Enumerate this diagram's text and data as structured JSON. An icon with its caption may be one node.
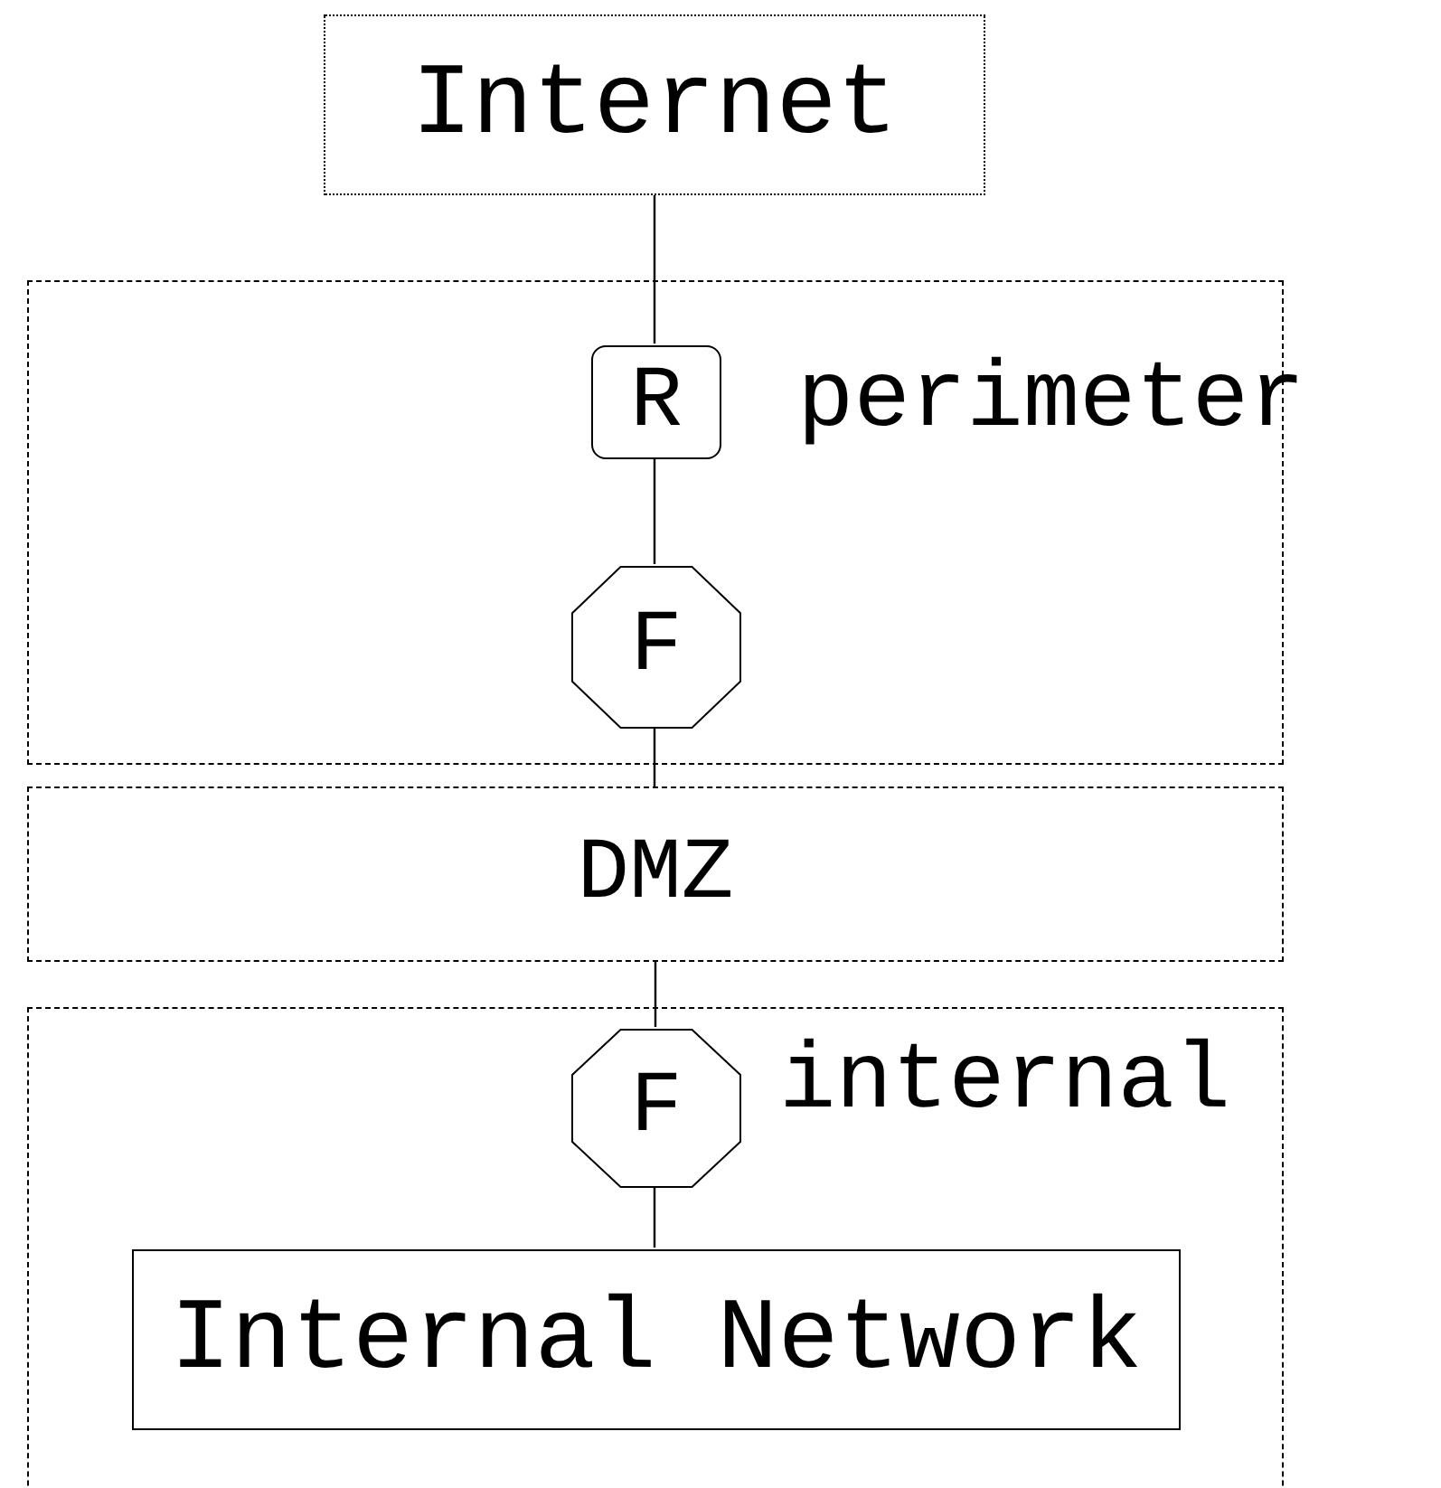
{
  "diagram": {
    "nodes": [
      {
        "text": [
          "Internet"
        ]
      },
      {
        "text": [
          "perimeter"
        ]
      },
      {
        "text": [
          "R"
        ],
        "in": 1
      },
      {
        "text": [
          "F"
        ],
        "in": 1
      },
      {
        "text": [
          "DMZ"
        ]
      },
      {
        "text": [
          "internal"
        ]
      },
      {
        "text": [
          "F"
        ],
        "in": 5
      },
      {
        "text": [
          "Internal Network"
        ],
        "in": 5
      }
    ],
    "edges": [
      {
        "from": 0,
        "to": 2,
        "arrow": "none"
      },
      {
        "from": 2,
        "to": 3,
        "arrow": "none"
      },
      {
        "from": 3,
        "to": 4,
        "arrow": "none"
      },
      {
        "from": 4,
        "to": 6,
        "arrow": "none"
      },
      {
        "from": 6,
        "to": 7,
        "arrow": "none"
      }
    ]
  }
}
